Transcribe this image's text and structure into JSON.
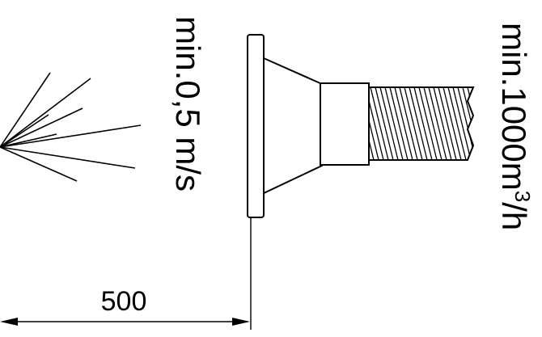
{
  "labels": {
    "velocity": "min.0,5 m/s",
    "airflow_prefix": "min.1000m",
    "airflow_sup": "3",
    "airflow_suffix": "/h",
    "distance": "500"
  },
  "colors": {
    "stroke": "#000000",
    "background": "#ffffff"
  }
}
